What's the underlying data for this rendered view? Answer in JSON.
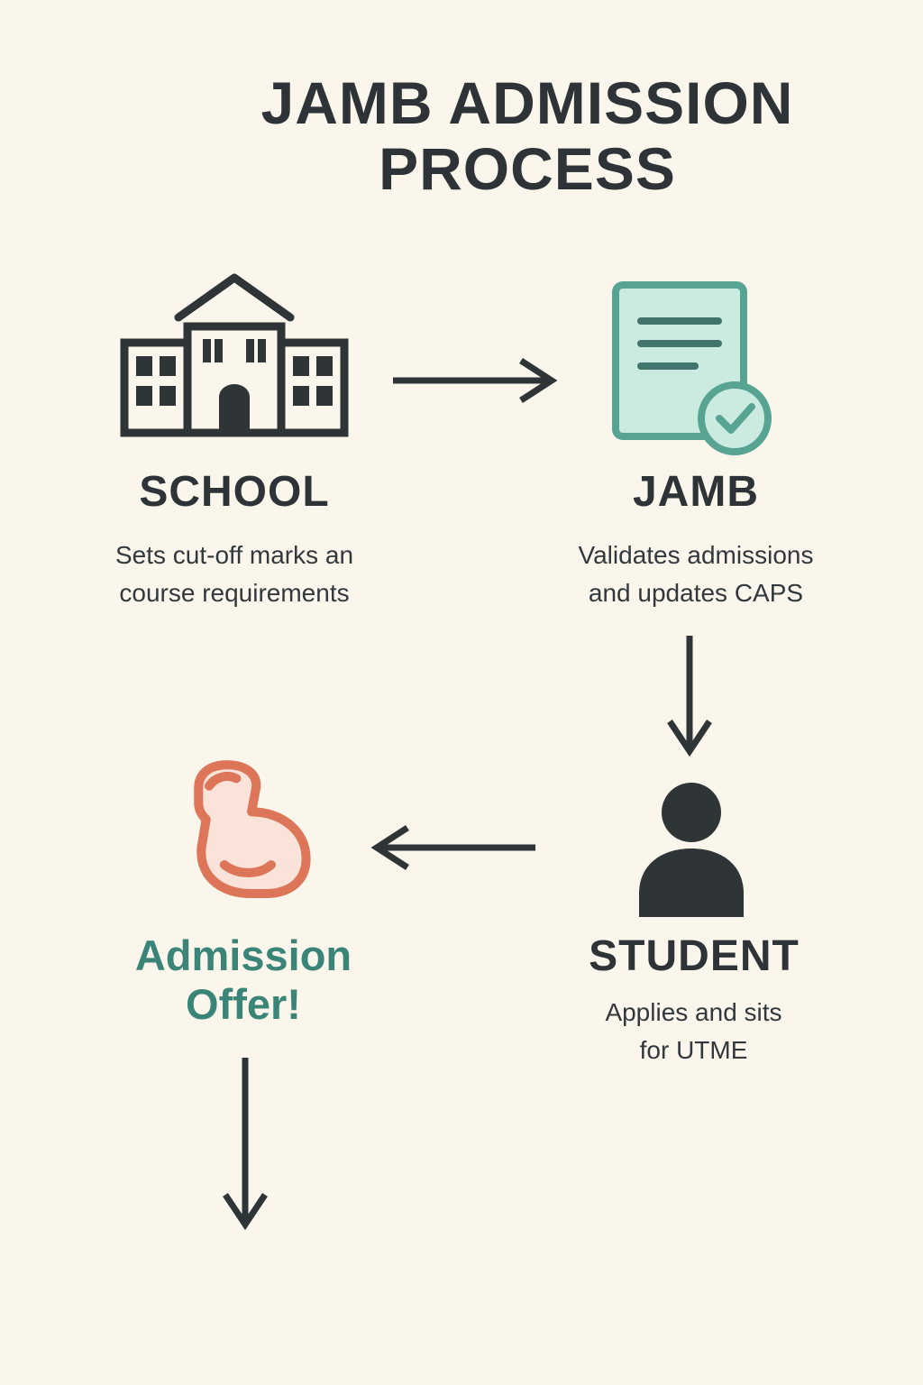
{
  "title": {
    "line1": "JAMB ADMISSION",
    "line2": "PROCESS"
  },
  "nodes": {
    "school": {
      "label": "SCHOOL",
      "desc_line1": "Sets cut-off marks an",
      "desc_line2": "course requirements",
      "icon": "school-building-icon"
    },
    "jamb": {
      "label": "JAMB",
      "desc_line1": "Validates admissions",
      "desc_line2": "and updates CAPS",
      "icon": "document-check-icon"
    },
    "student": {
      "label": "STUDENT",
      "desc_line1": "Applies and sits",
      "desc_line2": "for UTME",
      "icon": "person-icon"
    },
    "offer": {
      "label_line1": "Admission",
      "label_line2": "Offer!",
      "icon": "flexed-bicep-icon"
    }
  },
  "flow": [
    "school → jamb",
    "jamb → student",
    "student → offer",
    "offer → (continues)"
  ],
  "colors": {
    "background": "#FAF6EC",
    "ink": "#2F3437",
    "teal": "#3E8E7E",
    "teal_stroke": "#57A493",
    "mint_fill": "#CBEBE1",
    "coral": "#DD7558",
    "coral_fill": "#FBE3DA",
    "offer_text": "#3A8577"
  }
}
